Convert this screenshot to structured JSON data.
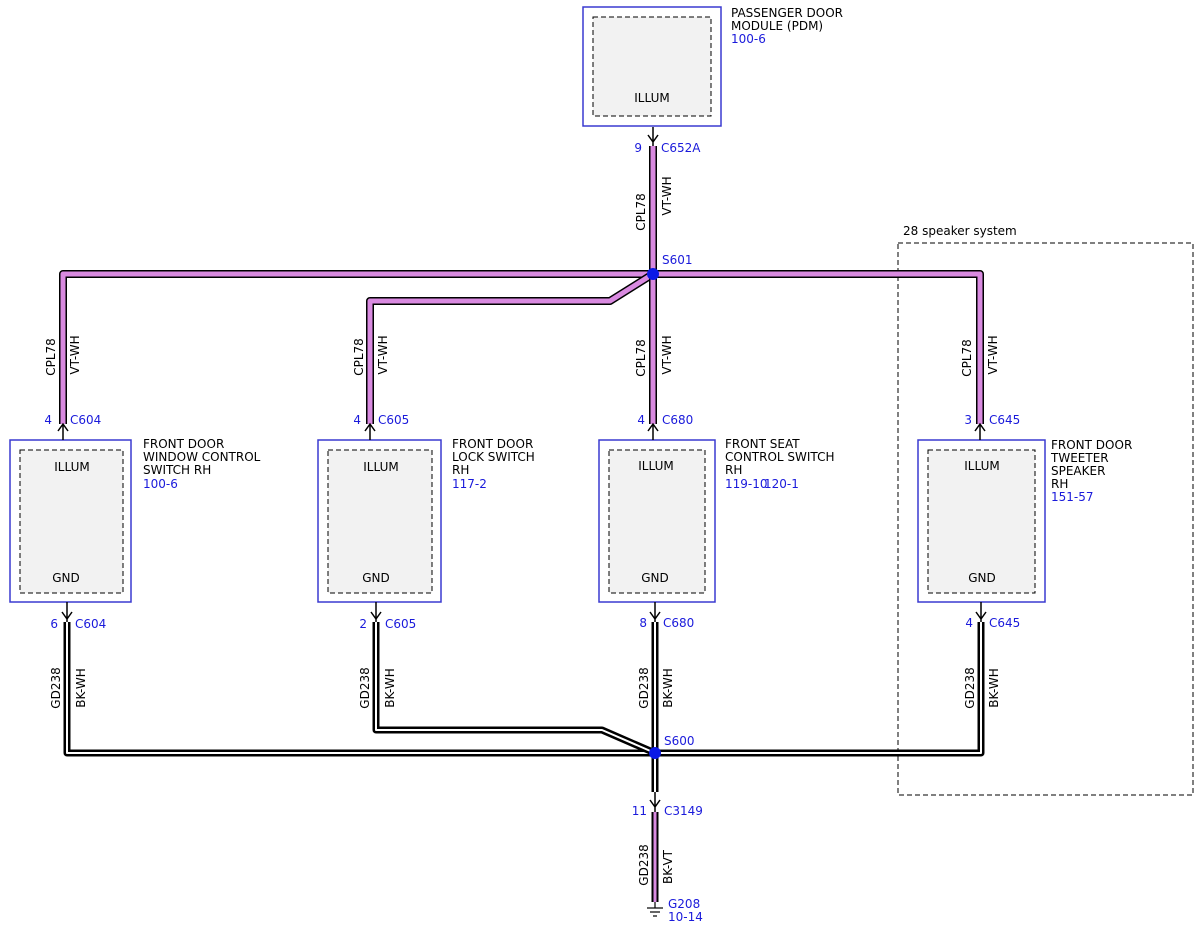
{
  "colors": {
    "wire_violet": "#d98ae0",
    "wire_black": "#000000",
    "component_border": "#3a3ad0",
    "component_fill": "#f2f2f2",
    "link_text": "#1a1adb",
    "splice_dot": "#0b19e6"
  },
  "pdm": {
    "title_line1": "PASSENGER DOOR",
    "title_line2": "MODULE (PDM)",
    "ref": "100-6",
    "illum": "ILLUM",
    "pin": "9",
    "connector": "C652A",
    "circuit": "CPL78",
    "wire_color": "VT-WH"
  },
  "splice_top": "S601",
  "splice_bottom": "S600",
  "speaker_group": "28 speaker system",
  "branches": [
    {
      "id": "window-switch",
      "title": [
        "FRONT DOOR",
        "WINDOW CONTROL",
        "SWITCH RH"
      ],
      "ref": "100-6",
      "illum": "ILLUM",
      "gnd": "GND",
      "top_pin": "4",
      "top_connector": "C604",
      "bottom_pin": "6",
      "bottom_connector": "C604",
      "top_circuit": "CPL78",
      "top_wire_color": "VT-WH",
      "bottom_circuit": "GD238",
      "bottom_wire_color": "BK-WH"
    },
    {
      "id": "lock-switch",
      "title": [
        "FRONT DOOR",
        "LOCK SWITCH",
        "RH"
      ],
      "ref": "117-2",
      "illum": "ILLUM",
      "gnd": "GND",
      "top_pin": "4",
      "top_connector": "C605",
      "bottom_pin": "2",
      "bottom_connector": "C605",
      "top_circuit": "CPL78",
      "top_wire_color": "VT-WH",
      "bottom_circuit": "GD238",
      "bottom_wire_color": "BK-WH"
    },
    {
      "id": "seat-switch",
      "title": [
        "FRONT SEAT",
        "CONTROL SWITCH",
        "RH"
      ],
      "ref": "119-10",
      "ref2": "120-1",
      "illum": "ILLUM",
      "gnd": "GND",
      "top_pin": "4",
      "top_connector": "C680",
      "bottom_pin": "8",
      "bottom_connector": "C680",
      "top_circuit": "CPL78",
      "top_wire_color": "VT-WH",
      "bottom_circuit": "GD238",
      "bottom_wire_color": "BK-WH"
    },
    {
      "id": "tweeter",
      "title": [
        "FRONT DOOR",
        "TWEETER",
        "SPEAKER",
        "RH"
      ],
      "ref": "151-57",
      "illum": "ILLUM",
      "gnd": "GND",
      "top_pin": "3",
      "top_connector": "C645",
      "bottom_pin": "4",
      "bottom_connector": "C645",
      "top_circuit": "CPL78",
      "top_wire_color": "VT-WH",
      "bottom_circuit": "GD238",
      "bottom_wire_color": "BK-WH"
    }
  ],
  "ground": {
    "pin": "11",
    "connector": "C3149",
    "circuit": "GD238",
    "wire_color": "BK-VT",
    "name": "G208",
    "ref": "10-14"
  }
}
